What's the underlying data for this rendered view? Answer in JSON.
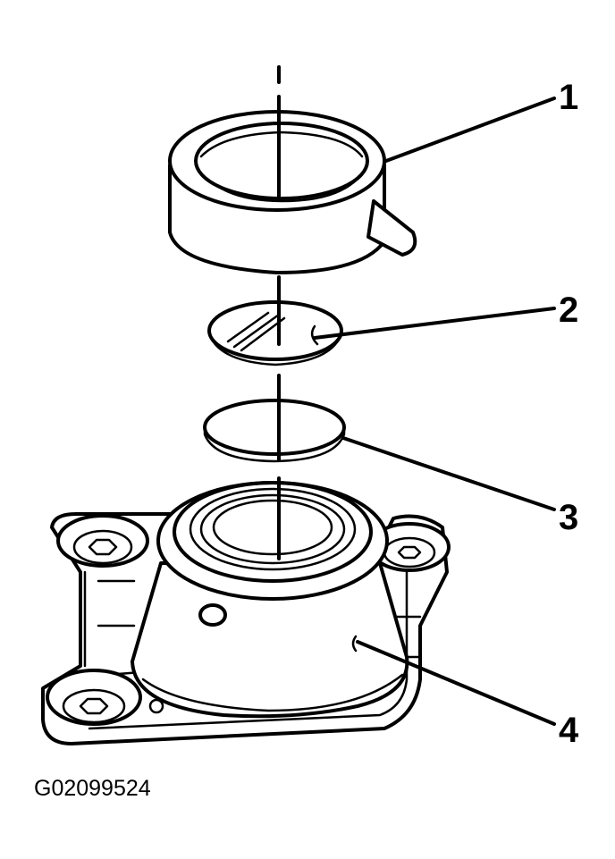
{
  "callouts": [
    {
      "label": "1"
    },
    {
      "label": "2"
    },
    {
      "label": "3"
    },
    {
      "label": "4"
    }
  ],
  "figure_id": "G02099524"
}
